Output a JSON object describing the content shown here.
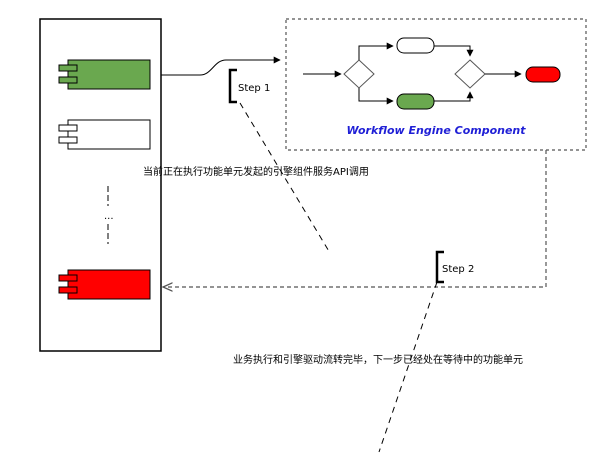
{
  "engine": {
    "title": "Workflow Engine Component"
  },
  "steps": {
    "step1": "Step 1",
    "step2": "Step 2"
  },
  "annotations": {
    "call_note": "当前正在执行功能单元发起的引擎组件服务API调用",
    "done_note": "业务执行和引擎驱动流转完毕，下一步已经处在等待中的功能单元"
  },
  "container": {
    "ellipsis": "..."
  },
  "colors": {
    "active_unit": "#6aa84f",
    "waiting_unit": "#ff0000",
    "idle_unit": "#ffffff",
    "title_text": "#1f1fd6",
    "end_event": "#ff0000"
  }
}
